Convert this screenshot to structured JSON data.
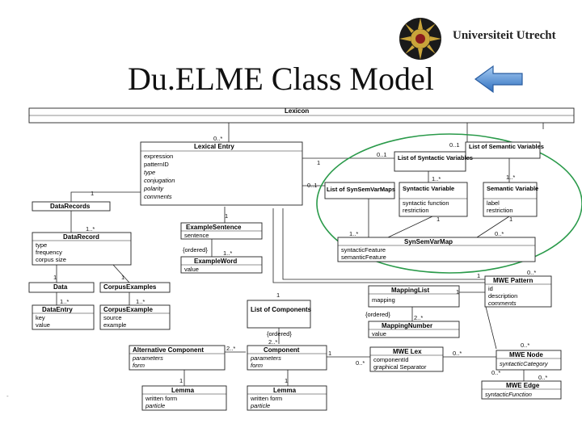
{
  "slide": {
    "title": "Du.ELME Class Model",
    "university": "Universiteit Utrecht",
    "footer_mark": "-"
  },
  "icons": {
    "logo": "sun-seal-icon",
    "nav": "back-arrow-icon"
  },
  "colors": {
    "highlight_ellipse": "#2a9a4a",
    "arrow_blue": "#3f7fcf",
    "header_fill": "#e8e8e8",
    "line": "#222222"
  },
  "classes": {
    "lexicon": {
      "name": "Lexicon",
      "attrs": []
    },
    "lexical_entry": {
      "name": "Lexical Entry",
      "attrs": [
        "expression",
        "patternID",
        "type",
        "conjugation",
        "polarity",
        "comments"
      ]
    },
    "data_records": {
      "name": "DataRecords",
      "attrs": []
    },
    "data_record": {
      "name": "DataRecord",
      "attrs": [
        "type",
        "frequency",
        "corpus size"
      ]
    },
    "data": {
      "name": "Data",
      "attrs": []
    },
    "corpus_examples": {
      "name": "CorpusExamples",
      "attrs": []
    },
    "data_entry": {
      "name": "DataEntry",
      "attrs": [
        "key",
        "value"
      ]
    },
    "corpus_example": {
      "name": "CorpusExample",
      "attrs": [
        "source",
        "example"
      ]
    },
    "example_sentence": {
      "name": "ExampleSentence",
      "attrs": [
        "sentence"
      ]
    },
    "example_word": {
      "name": "ExampleWord",
      "attrs": [
        "value"
      ]
    },
    "list_of_semantic_variables": {
      "name": "List of Semantic Variables",
      "attrs": []
    },
    "list_of_syntactic_variables": {
      "name": "List of Syntactic Variables",
      "attrs": []
    },
    "list_of_synsemvarmaps": {
      "name": "List of SynSemVarMaps",
      "attrs": []
    },
    "syntactic_variable": {
      "name": "Syntactic Variable",
      "attrs": [
        "syntactic function",
        "restriction"
      ]
    },
    "semantic_variable": {
      "name": "Semantic Variable",
      "attrs": [
        "label",
        "restriction"
      ]
    },
    "synsemvarmap": {
      "name": "SynSemVarMap",
      "attrs": [
        "syntacticFeature",
        "semanticFeature"
      ]
    },
    "mapping_list": {
      "name": "MappingList",
      "attrs": [
        "mapping"
      ]
    },
    "mapping_number": {
      "name": "MappingNumber",
      "attrs": [
        "value"
      ]
    },
    "mwe_pattern": {
      "name": "MWE Pattern",
      "attrs": [
        "id",
        "description",
        "comments"
      ]
    },
    "list_of_components": {
      "name": "List of Components",
      "attrs": []
    },
    "alternative_component": {
      "name": "Alternative Component",
      "attrs": [
        "parameters",
        "form"
      ]
    },
    "component": {
      "name": "Component",
      "attrs": [
        "parameters",
        "form"
      ]
    },
    "mwe_lex": {
      "name": "MWE Lex",
      "attrs": [
        "componentId",
        "graphical Separator"
      ]
    },
    "mwe_node": {
      "name": "MWE Node",
      "attrs": [
        "syntacticCategory"
      ]
    },
    "mwe_edge": {
      "name": "MWE Edge",
      "attrs": [
        "syntacticFunction"
      ]
    },
    "lemma_left": {
      "name": "Lemma",
      "attrs": [
        "written form",
        "particle"
      ]
    },
    "lemma_right": {
      "name": "Lemma",
      "attrs": [
        "written form",
        "particle"
      ]
    }
  },
  "multiplicities": {
    "lex_entry_top": "0..*",
    "sem_list_top": "0..1",
    "syn_list_left": "0..1",
    "synsem_list_left": "0..1",
    "data_records_left": "1",
    "data_record_top": "1..*",
    "data_left": "1",
    "data_entry": "1..*",
    "corpus_examples": "1",
    "corpus_example": "1..*",
    "example_sentence_top": "1",
    "example_word_top": "1..*",
    "syn_var_top": "1..*",
    "sem_var_top": "1..*",
    "syn_var_bottom": "1",
    "sem_var_bottom": "1",
    "synsemvarmap_left": "1..*",
    "synsemvarmap_right": "0..*",
    "mwe_pattern_top_1": "1",
    "mwe_pattern_top_2": "0..*",
    "mapping_list_right": "1",
    "mapping_number_top": "2..*",
    "list_of_components_top": "1",
    "component_top": "2..*",
    "alt_to_comp": "2..*",
    "alt_lemma": "1",
    "comp_lemma": "1",
    "comp_mwelex": "1",
    "mwelex_left": "0..*",
    "mwelex_right": "0..*",
    "mwe_node_top": "0..*",
    "mwe_node_left": "0..*",
    "mwe_edge_right": "0..*",
    "lexical_entry_right": "1"
  },
  "labels": {
    "ordered_1": "{ordered}",
    "ordered_2": "{ordered}",
    "ordered_3": "{ordered}"
  }
}
